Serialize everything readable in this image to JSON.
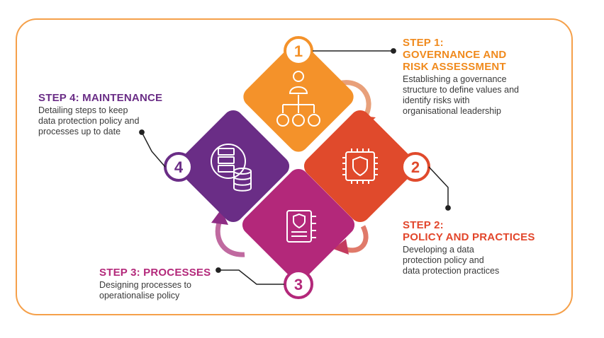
{
  "steps": [
    {
      "number": "1",
      "title_lines": [
        "STEP 1:",
        "GOVERNANCE AND",
        "RISK ASSESSMENT"
      ],
      "desc_lines": [
        "Establishing a governance",
        "structure to define values and",
        "identify risks with",
        "organisational leadership"
      ],
      "color": "#f4922a",
      "icon": "hierarchy-people-icon"
    },
    {
      "number": "2",
      "title_lines": [
        "STEP 2:",
        "POLICY AND PRACTICES"
      ],
      "desc_lines": [
        "Developing a data",
        "protection policy and",
        "data protection practices"
      ],
      "color": "#e04a2c",
      "icon": "chip-shield-icon"
    },
    {
      "number": "3",
      "title_lines": [
        "STEP 3: PROCESSES"
      ],
      "desc_lines": [
        "Designing processes to",
        "operationalise policy"
      ],
      "color": "#b3287a",
      "icon": "secure-notebook-icon"
    },
    {
      "number": "4",
      "title_lines": [
        "STEP 4: MAINTENANCE"
      ],
      "desc_lines": [
        "Detailing steps to keep",
        "data protection policy and",
        "processes up to date"
      ],
      "color": "#6a2d86",
      "icon": "database-server-icon"
    }
  ],
  "colors": {
    "frame": "#f5a04a",
    "connector": "#222222"
  }
}
